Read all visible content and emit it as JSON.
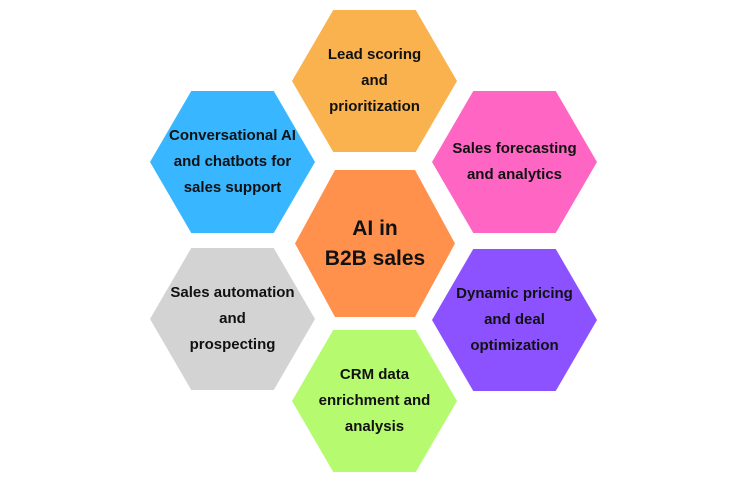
{
  "diagram": {
    "title": "AI in B2B sales",
    "background": "#FFFFFF",
    "text_color": "#111111",
    "center": {
      "label": "AI in\nB2B sales",
      "color": "#FF914D"
    },
    "nodes": [
      {
        "id": "lead-scoring",
        "position": "top",
        "label": "Lead scoring\nand\nprioritization",
        "color": "#F9B24E"
      },
      {
        "id": "conversational-ai",
        "position": "top-left",
        "label": "Conversational AI\nand chatbots for\nsales support",
        "color": "#38B6FF"
      },
      {
        "id": "sales-forecasting",
        "position": "top-right",
        "label": "Sales forecasting\nand analytics",
        "color": "#FF66C4"
      },
      {
        "id": "sales-automation",
        "position": "bottom-left",
        "label": "Sales automation\nand\nprospecting",
        "color": "#D3D3D3"
      },
      {
        "id": "dynamic-pricing",
        "position": "bottom-right",
        "label": "Dynamic pricing\nand deal\noptimization",
        "color": "#8C52FF"
      },
      {
        "id": "crm-data",
        "position": "bottom",
        "label": "CRM data\nenrichment and\nanalysis",
        "color": "#B6FA6F"
      }
    ]
  }
}
